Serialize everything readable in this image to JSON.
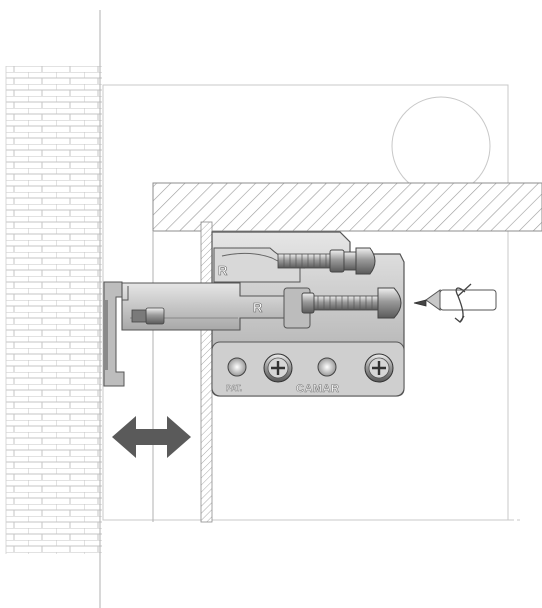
{
  "labels": {
    "upper_r": "R",
    "lower_r": "R",
    "pat": "PAT.",
    "brand": "CAMAR"
  },
  "colors": {
    "line": "#8c8c8c",
    "metal_light": "#d4d4d4",
    "metal_mid": "#b4b4b4",
    "metal_dark": "#6f6f6f",
    "arrow": "#5a5a5a",
    "hatch": "#9a9a9a"
  },
  "icons": {
    "arrow": "double-headed-arrow-icon",
    "screwdriver": "screwdriver-icon",
    "rotation": "rotation-arrow-icon"
  }
}
